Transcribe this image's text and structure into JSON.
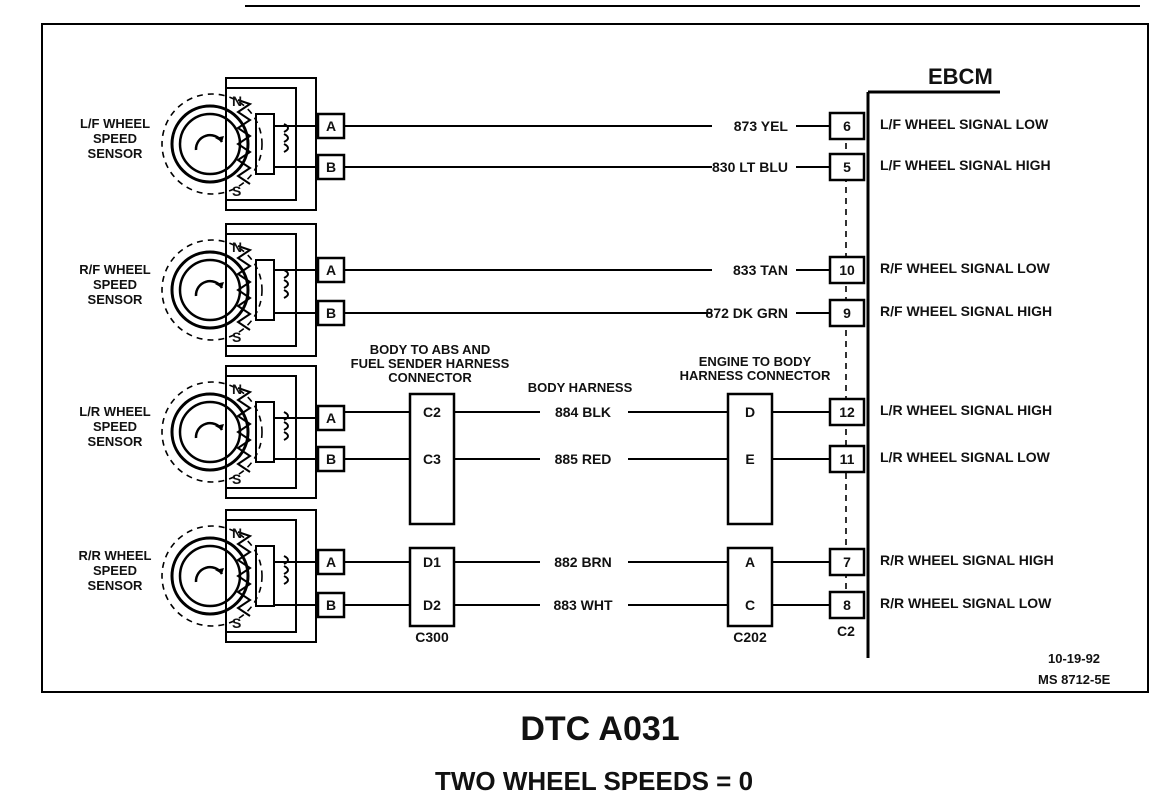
{
  "module": {
    "name": "EBCM"
  },
  "sensors": [
    {
      "label_lines": [
        "L/F WHEEL",
        "SPEED",
        "SENSOR"
      ],
      "n_label": "N",
      "s_label": "S",
      "pin_a": "A",
      "pin_b": "B"
    },
    {
      "label_lines": [
        "R/F WHEEL",
        "SPEED",
        "SENSOR"
      ],
      "n_label": "N",
      "s_label": "S",
      "pin_a": "A",
      "pin_b": "B"
    },
    {
      "label_lines": [
        "L/R WHEEL",
        "SPEED",
        "SENSOR"
      ],
      "n_label": "N",
      "s_label": "S",
      "pin_a": "A",
      "pin_b": "B"
    },
    {
      "label_lines": [
        "R/R WHEEL",
        "SPEED",
        "SENSOR"
      ],
      "n_label": "N",
      "s_label": "S",
      "pin_a": "A",
      "pin_b": "B"
    }
  ],
  "wires": [
    {
      "label": "873 YEL",
      "pin": "6",
      "signal": "L/F WHEEL SIGNAL LOW"
    },
    {
      "label": "830 LT BLU",
      "pin": "5",
      "signal": "L/F WHEEL SIGNAL HIGH"
    },
    {
      "label": "833 TAN",
      "pin": "10",
      "signal": "R/F WHEEL SIGNAL LOW"
    },
    {
      "label": "872 DK GRN",
      "pin": "9",
      "signal": "R/F WHEEL SIGNAL HIGH"
    },
    {
      "label": "884 BLK",
      "pin": "12",
      "signal": "L/R WHEEL SIGNAL HIGH",
      "c300_pin": "C2",
      "c202_pin": "D"
    },
    {
      "label": "885 RED",
      "pin": "11",
      "signal": "L/R WHEEL SIGNAL LOW",
      "c300_pin": "C3",
      "c202_pin": "E"
    },
    {
      "label": "882 BRN",
      "pin": "7",
      "signal": "R/R WHEEL SIGNAL HIGH",
      "c300_pin": "D1",
      "c202_pin": "A"
    },
    {
      "label": "883 WHT",
      "pin": "8",
      "signal": "R/R WHEEL SIGNAL LOW",
      "c300_pin": "D2",
      "c202_pin": "C"
    }
  ],
  "connectors": {
    "c300": {
      "title_lines": [
        "BODY TO ABS AND",
        "FUEL SENDER HARNESS",
        "CONNECTOR"
      ],
      "id": "C300"
    },
    "c202": {
      "title_lines": [
        "ENGINE TO BODY",
        "HARNESS CONNECTOR"
      ],
      "id": "C202"
    },
    "ebcm_connector": {
      "id": "C2"
    },
    "body_harness": "BODY HARNESS"
  },
  "footer": {
    "date": "10-19-92",
    "ref": "MS 8712-5E",
    "title": "DTC A031",
    "subtitle": "TWO WHEEL SPEEDS = 0"
  }
}
